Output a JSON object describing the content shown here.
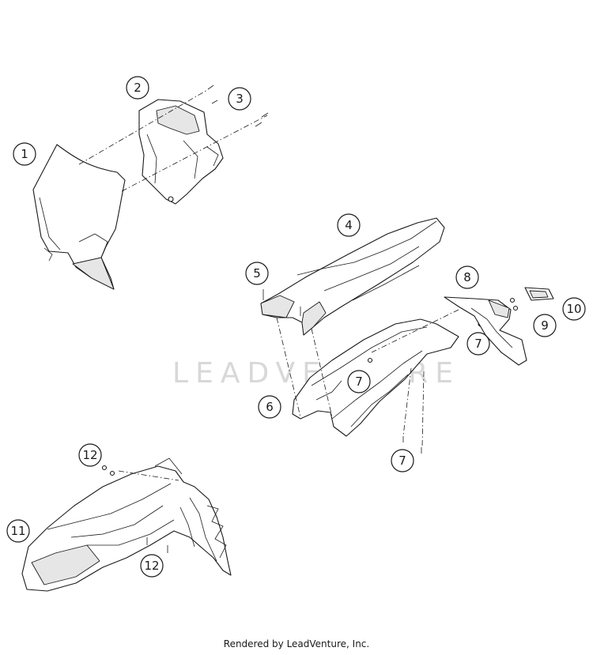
{
  "watermark": "LEADVENTURE",
  "footer": "Rendered by LeadVenture, Inc.",
  "callouts": {
    "c1": "1",
    "c2": "2",
    "c3": "3",
    "c4": "4",
    "c5": "5",
    "c6": "6",
    "c7a": "7",
    "c7b": "7",
    "c7c": "7",
    "c8": "8",
    "c9": "9",
    "c10": "10",
    "c11": "11",
    "c12a": "12",
    "c12b": "12"
  }
}
